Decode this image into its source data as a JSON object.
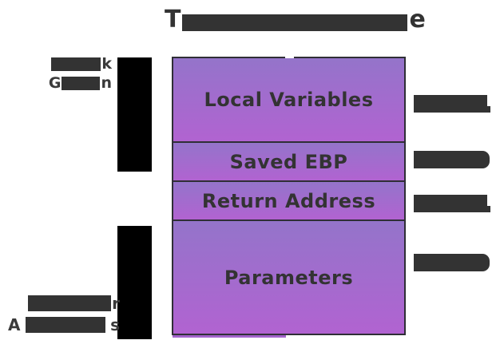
{
  "title": {
    "visible_prefix": "T",
    "visible_suffix": "e",
    "redacted": true
  },
  "stack": {
    "cells": [
      {
        "label": "Local Variables"
      },
      {
        "label": "Saved EBP"
      },
      {
        "label": "Return Address"
      },
      {
        "label": "Parameters"
      }
    ]
  },
  "side_labels": {
    "stack_growth": {
      "line1_visible_suffix": "k",
      "line2_visible_prefix": "G",
      "line2_visible_suffix": "n",
      "redacted": true
    },
    "higher_addresses": {
      "line1_visible_suffix": "r",
      "line2_visible_prefix": "A",
      "line2_visible_suffix": "s",
      "redacted": true
    }
  },
  "right_labels": [
    {
      "redacted": true
    },
    {
      "redacted": true
    },
    {
      "redacted": true
    },
    {
      "redacted": true
    }
  ],
  "colors": {
    "cell_gradient_top": "#9474CA",
    "cell_gradient_bottom": "#B163D1",
    "box_border": "#2F2E36",
    "text": "#333333",
    "arrow_redaction": "#000000",
    "text_redaction": "#333333",
    "background": "#FFFFFF"
  }
}
